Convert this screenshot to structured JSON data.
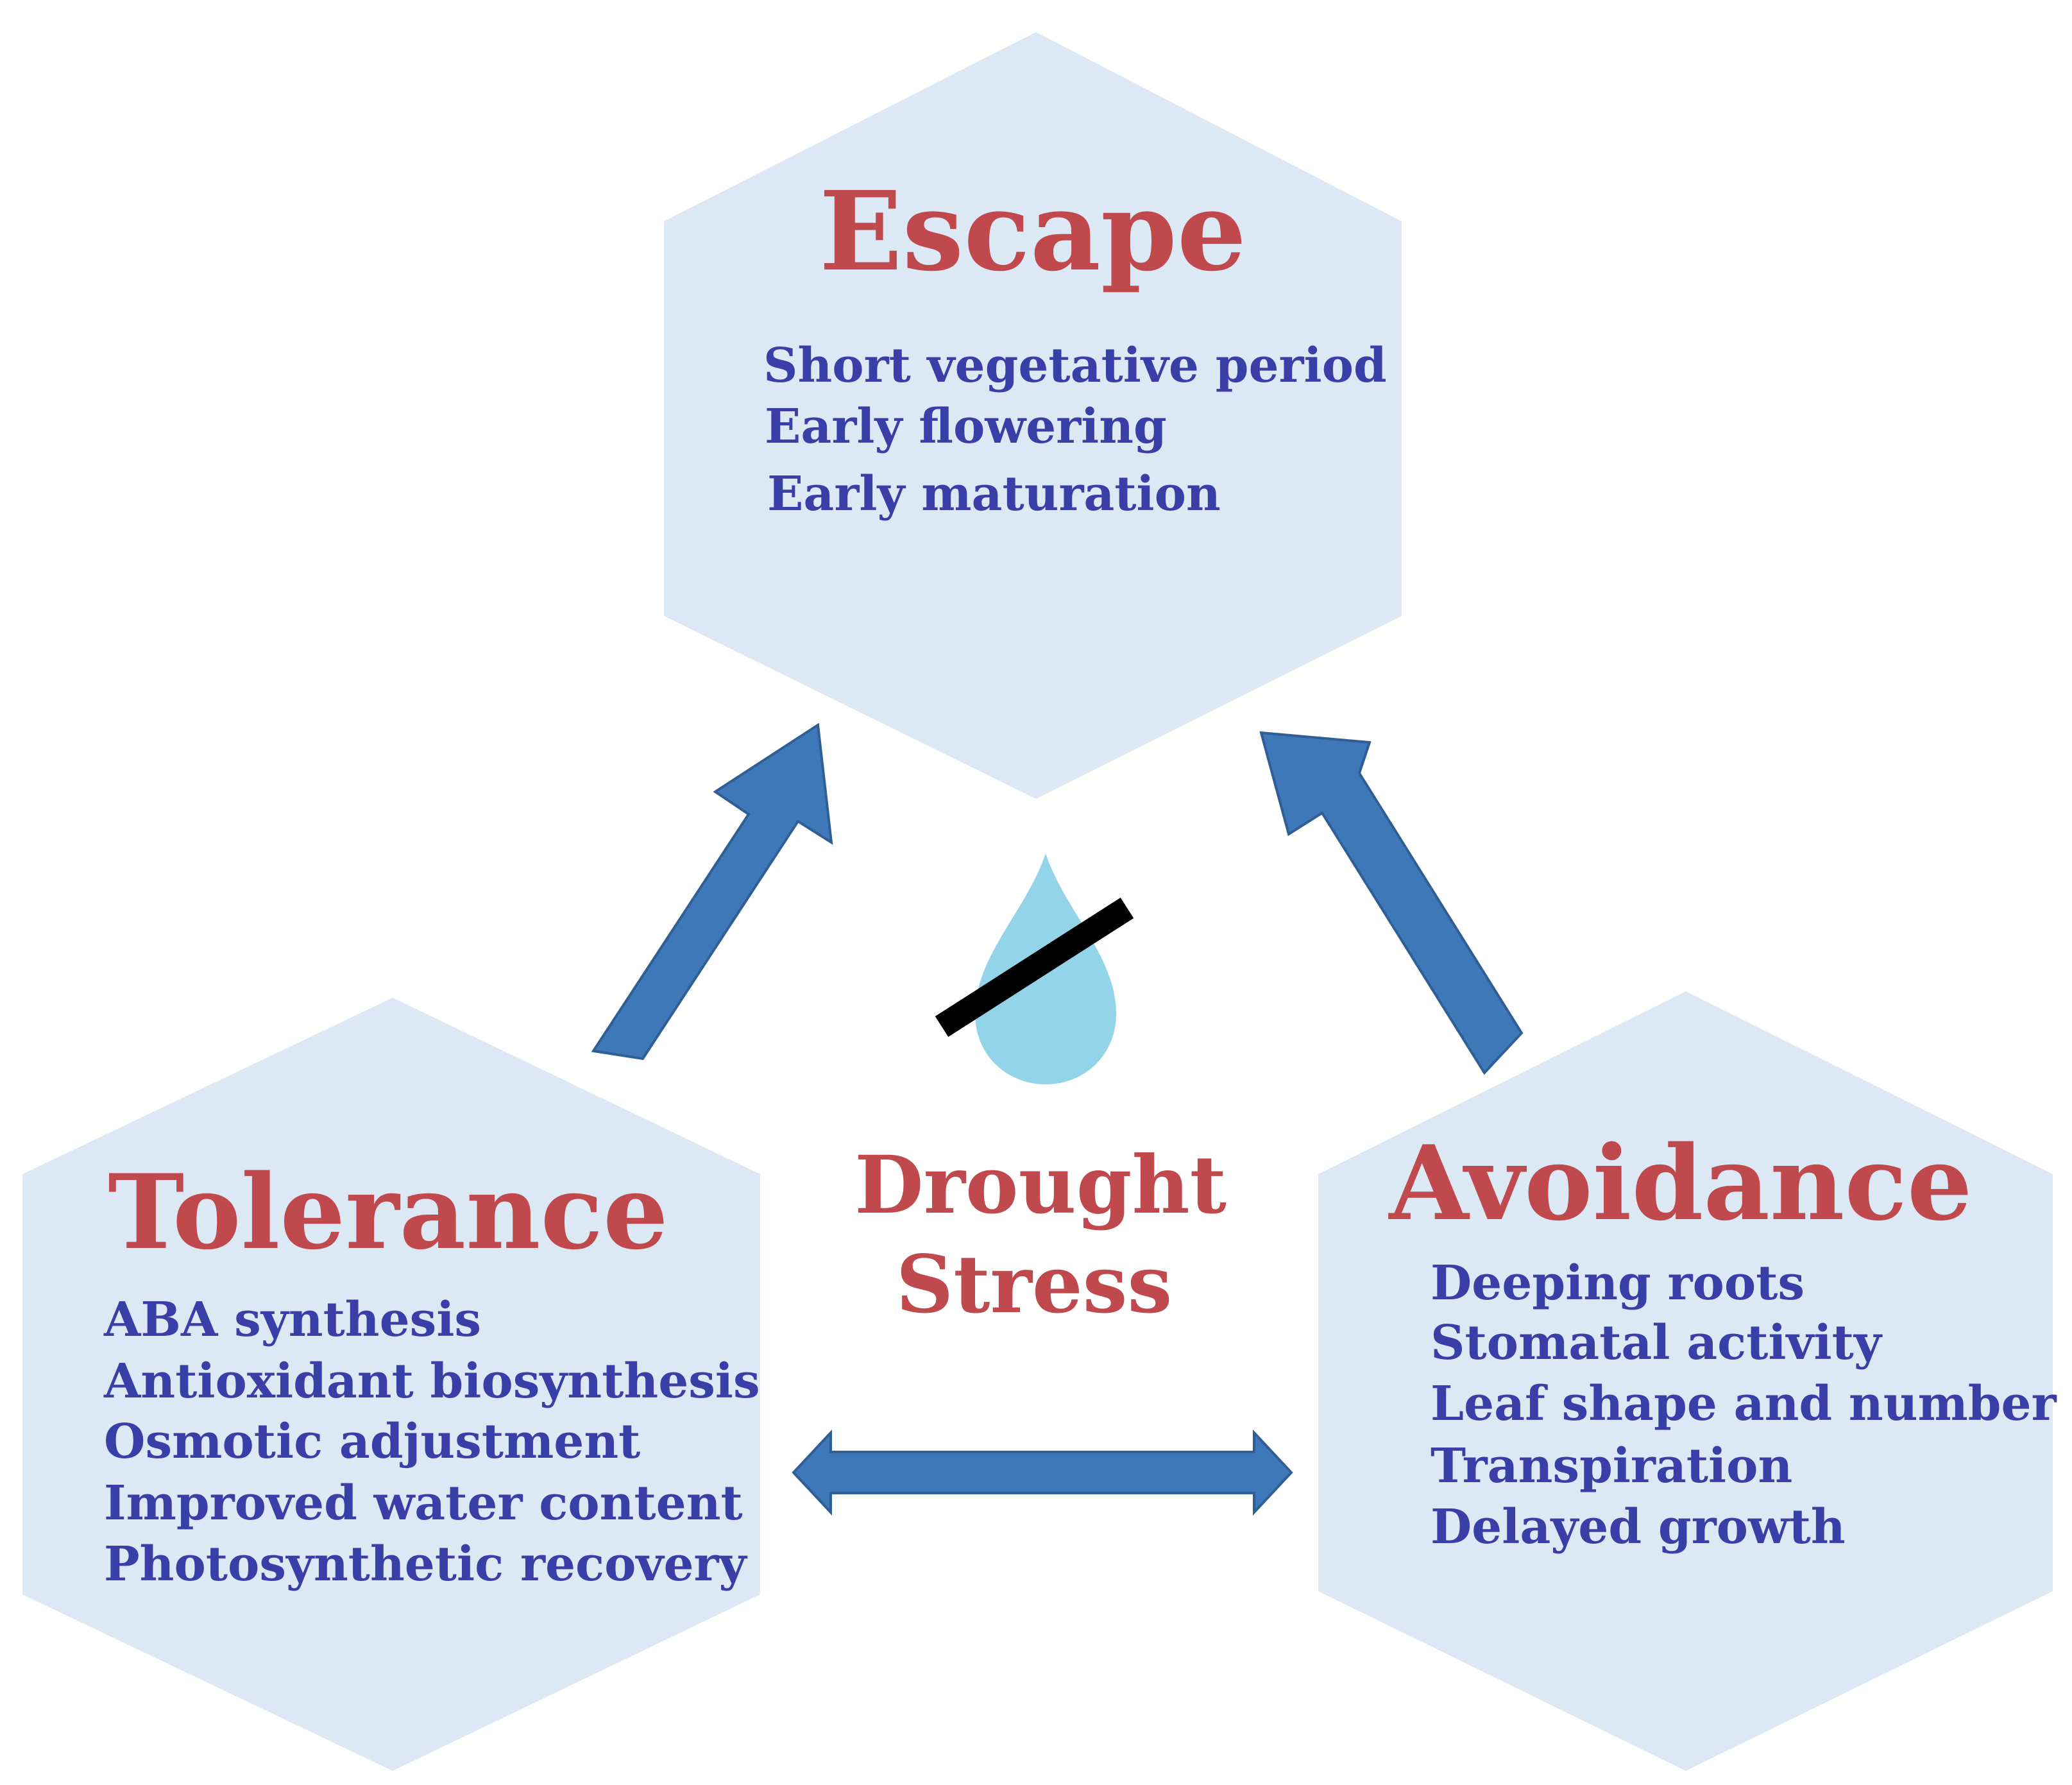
{
  "escape": {
    "title": "Escape",
    "items": [
      "Short vegetative period",
      "Early flowering",
      "Early maturation"
    ]
  },
  "tolerance": {
    "title": "Tolerance",
    "items": [
      "ABA synthesis",
      "Antioxidant biosynthesis",
      "Osmotic adjustment",
      "Improved water content",
      "Photosynthetic recovery"
    ]
  },
  "avoidance": {
    "title": "Avoidance",
    "items": [
      "Deeping roots",
      "Stomatal activity",
      "Leaf shape and number",
      "Transpiration",
      "Delayed growth"
    ]
  },
  "center": {
    "line1": "Drought",
    "line2": "Stress",
    "icon": "no-water-drop-icon"
  },
  "colors": {
    "hexagon_fill": "#dde8f5",
    "arrow": "#3f78b8",
    "title": "#c0494d",
    "item_text": "#3a3fa8",
    "drop": "#93d4e8",
    "slash": "#000000"
  }
}
